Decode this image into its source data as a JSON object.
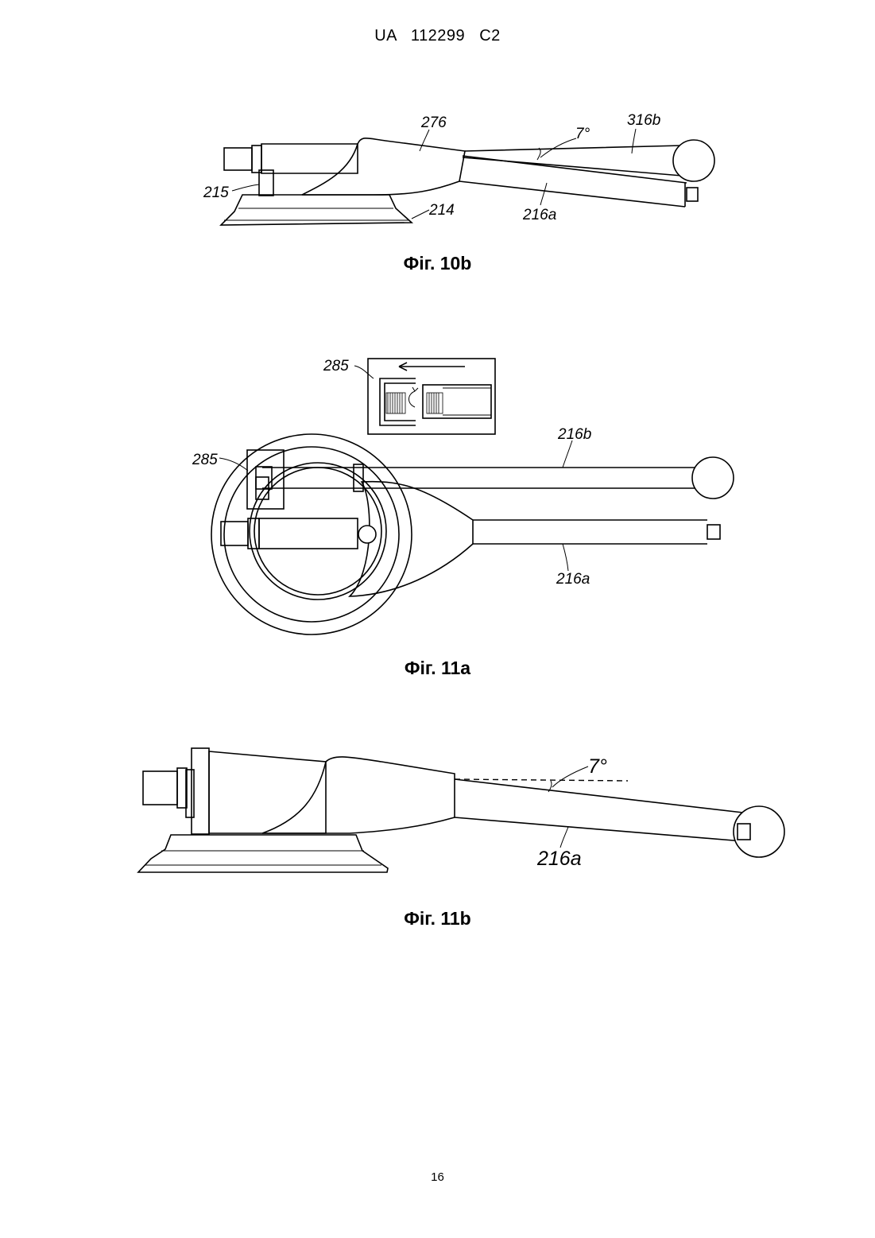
{
  "header": {
    "text": "UA   112299   C2"
  },
  "figures": [
    {
      "caption": "Фіг. 10b",
      "labels": {
        "l276": "276",
        "l316b": "316b",
        "l7": "7°",
        "l215": "215",
        "l214": "214",
        "l216a": "216a"
      }
    },
    {
      "caption": "Фіг. 11a",
      "labels": {
        "l285_top": "285",
        "l285_side": "285",
        "l216b": "216b",
        "l216a": "216a"
      }
    },
    {
      "caption": "Фіг. 11b",
      "labels": {
        "l7": "7°",
        "l216a": "216a"
      }
    }
  ],
  "footer": {
    "page_number": "16"
  }
}
